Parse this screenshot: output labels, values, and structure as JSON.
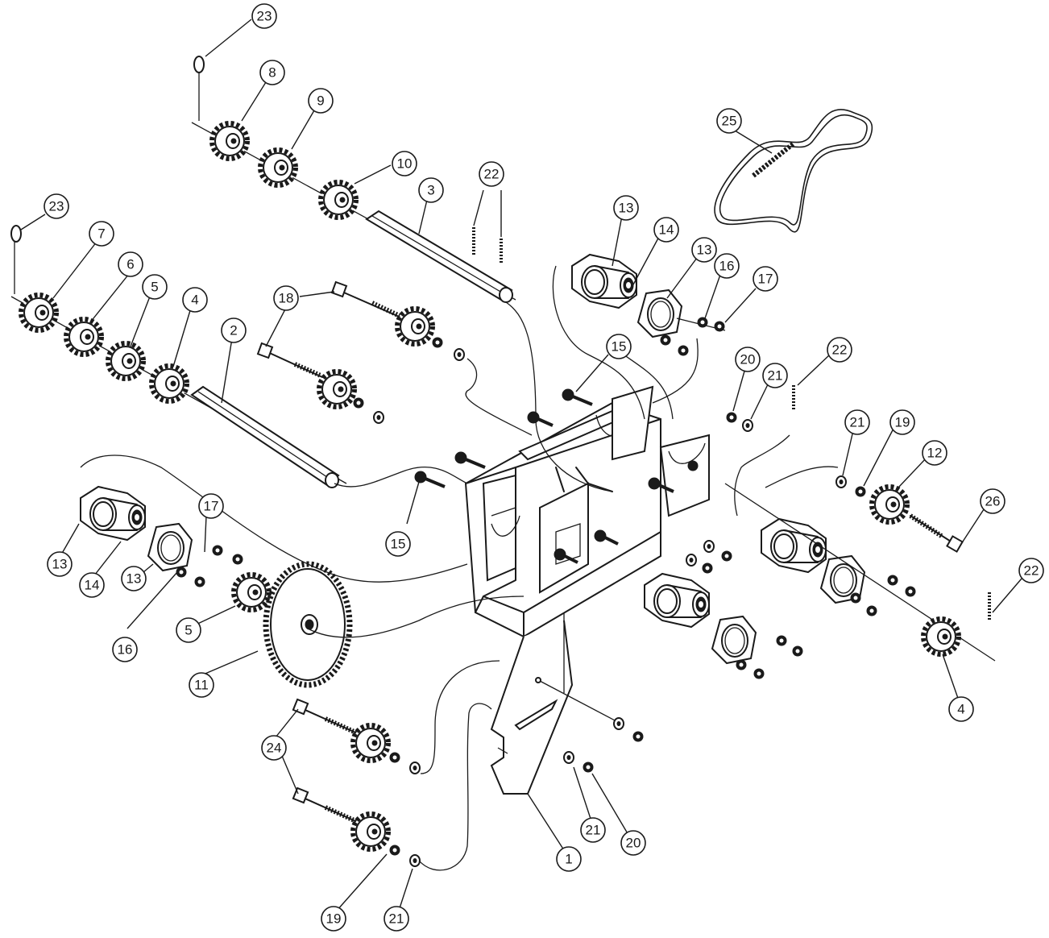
{
  "callouts": [
    {
      "id": "c23a",
      "num": "23"
    },
    {
      "id": "c8",
      "num": "8"
    },
    {
      "id": "c9",
      "num": "9"
    },
    {
      "id": "c10",
      "num": "10"
    },
    {
      "id": "c22a",
      "num": "22"
    },
    {
      "id": "c3",
      "num": "3"
    },
    {
      "id": "c25",
      "num": "25"
    },
    {
      "id": "c23b",
      "num": "23"
    },
    {
      "id": "c7",
      "num": "7"
    },
    {
      "id": "c6",
      "num": "6"
    },
    {
      "id": "c5a",
      "num": "5"
    },
    {
      "id": "c4a",
      "num": "4"
    },
    {
      "id": "c2",
      "num": "2"
    },
    {
      "id": "c18",
      "num": "18"
    },
    {
      "id": "c13a",
      "num": "13"
    },
    {
      "id": "c14a",
      "num": "14"
    },
    {
      "id": "c13b",
      "num": "13"
    },
    {
      "id": "c16a",
      "num": "16"
    },
    {
      "id": "c17a",
      "num": "17"
    },
    {
      "id": "c15a",
      "num": "15"
    },
    {
      "id": "c20a",
      "num": "20"
    },
    {
      "id": "c21a",
      "num": "21"
    },
    {
      "id": "c22b",
      "num": "22"
    },
    {
      "id": "c21b",
      "num": "21"
    },
    {
      "id": "c19a",
      "num": "19"
    },
    {
      "id": "c12",
      "num": "12"
    },
    {
      "id": "c26",
      "num": "26"
    },
    {
      "id": "c22c",
      "num": "22"
    },
    {
      "id": "c15b",
      "num": "15"
    },
    {
      "id": "c17b",
      "num": "17"
    },
    {
      "id": "c13c",
      "num": "13"
    },
    {
      "id": "c14b",
      "num": "14"
    },
    {
      "id": "c13d",
      "num": "13"
    },
    {
      "id": "c16b",
      "num": "16"
    },
    {
      "id": "c5b",
      "num": "5"
    },
    {
      "id": "c11",
      "num": "11"
    },
    {
      "id": "c4b",
      "num": "4"
    },
    {
      "id": "c24",
      "num": "24"
    },
    {
      "id": "c21c",
      "num": "21"
    },
    {
      "id": "c20b",
      "num": "20"
    },
    {
      "id": "c1",
      "num": "1"
    },
    {
      "id": "c19b",
      "num": "19"
    },
    {
      "id": "c21d",
      "num": "21"
    }
  ]
}
